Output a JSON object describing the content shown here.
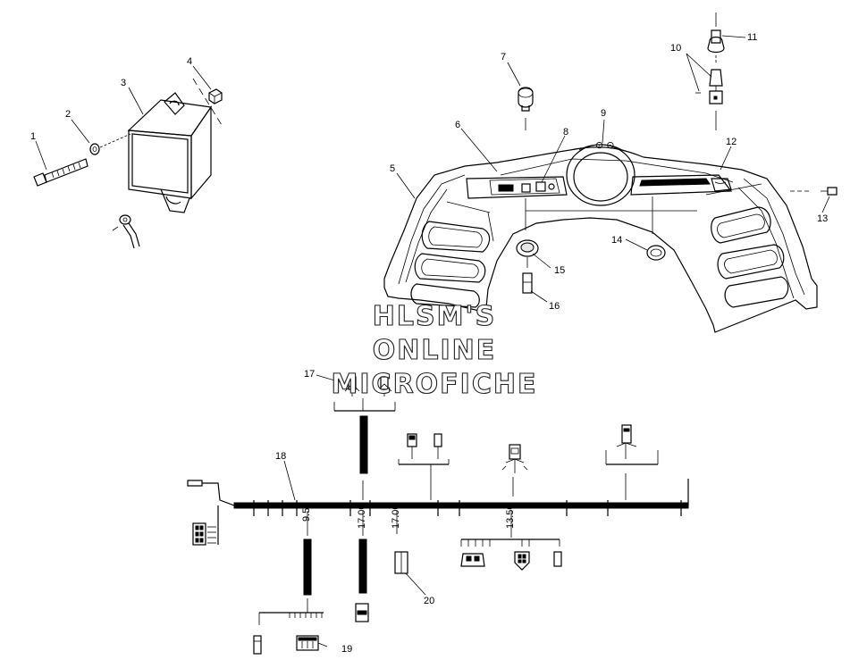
{
  "watermark": {
    "line1": "HLSM'S",
    "line2": "ONLINE",
    "line3": "MICROFICHE"
  },
  "callouts": [
    "1",
    "2",
    "3",
    "4",
    "5",
    "6",
    "7",
    "8",
    "9",
    "10",
    "11",
    "12",
    "13",
    "14",
    "15",
    "16",
    "17",
    "18",
    "19",
    "20"
  ],
  "harness_tags": [
    "9.50",
    "17.00",
    "17.00",
    "13.50"
  ]
}
